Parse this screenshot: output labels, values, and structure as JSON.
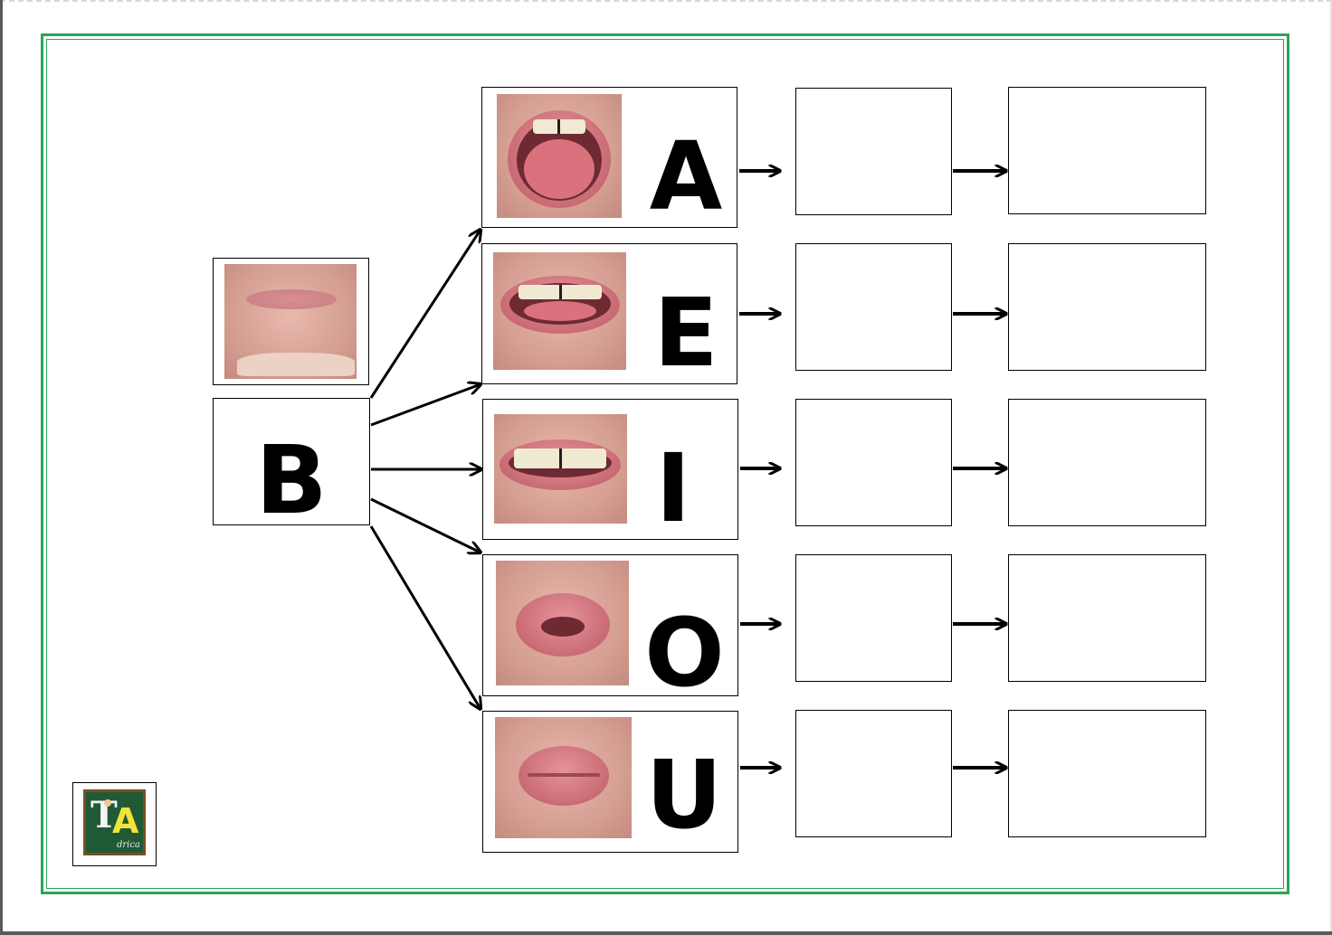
{
  "consonant": {
    "letter": "B",
    "icon": "closed-lips-photo"
  },
  "vowels": [
    {
      "letter": "A",
      "icon": "open-mouth-a-photo"
    },
    {
      "letter": "E",
      "icon": "mouth-e-photo"
    },
    {
      "letter": "I",
      "icon": "smile-mouth-i-photo"
    },
    {
      "letter": "O",
      "icon": "round-lips-o-photo"
    },
    {
      "letter": "U",
      "icon": "pursed-lips-u-photo"
    }
  ],
  "answer_slots": [
    {
      "syllable": "",
      "word": ""
    },
    {
      "syllable": "",
      "word": ""
    },
    {
      "syllable": "",
      "word": ""
    },
    {
      "syllable": "",
      "word": ""
    },
    {
      "syllable": "",
      "word": ""
    }
  ],
  "logo": {
    "text_initial_1": "T",
    "text_initial_2": "A",
    "text_name": "drica"
  },
  "colors": {
    "frame": "#2aa35a",
    "ink": "#000000",
    "page_edge": "#5a5a5a"
  }
}
